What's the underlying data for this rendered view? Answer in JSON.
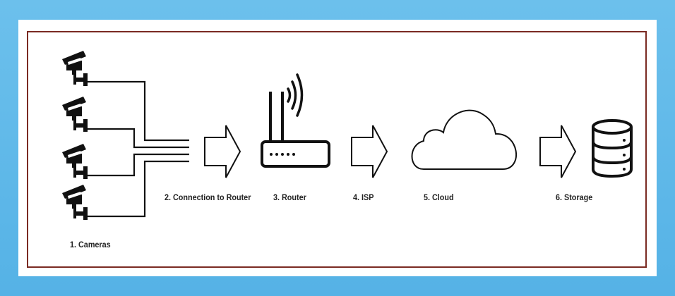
{
  "labels": {
    "cameras": "1. Cameras",
    "connection": "2. Connection to Router",
    "router": "3. Router",
    "isp": "4. ISP",
    "cloud": "5. Cloud",
    "storage": "6. Storage"
  },
  "colors": {
    "background": "#5bb7e8",
    "border": "#7a2a22",
    "ink": "#111111"
  }
}
